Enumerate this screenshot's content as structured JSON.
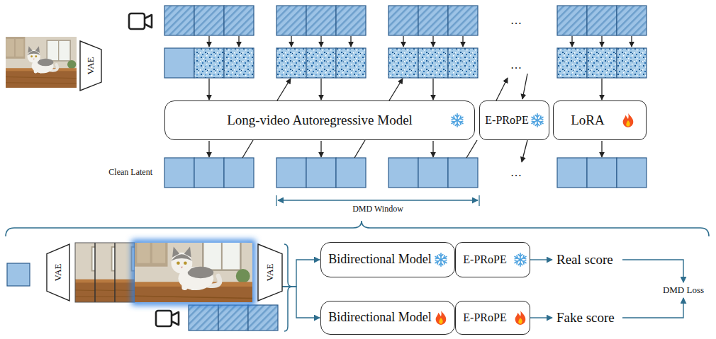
{
  "diagram": {
    "nodes": [
      {
        "text": [
          "VAE"
        ]
      },
      {
        "text": [
          "Long-video Autoregressive Model"
        ]
      },
      {
        "text": [
          "E-PRoPE"
        ]
      },
      {
        "text": [
          "LoRA"
        ]
      },
      {
        "text": [
          "VAE"
        ]
      },
      {
        "text": [
          "VAE"
        ]
      },
      {
        "text": [
          "Bidirectional Model"
        ]
      },
      {
        "text": [
          "E-PRoPE"
        ]
      },
      {
        "text": [
          "Bidirectional Model"
        ]
      },
      {
        "text": [
          "E-PRoPE"
        ]
      }
    ],
    "edges": [
      {
        "from": 5,
        "to": 6,
        "arrow": "to"
      },
      {
        "from": 5,
        "to": 8,
        "arrow": "to"
      }
    ],
    "labels": [
      "…",
      "…",
      "Clean Latent",
      "…",
      "DMD Window",
      "Real score",
      "DMD Loss",
      "Fake score"
    ]
  }
}
